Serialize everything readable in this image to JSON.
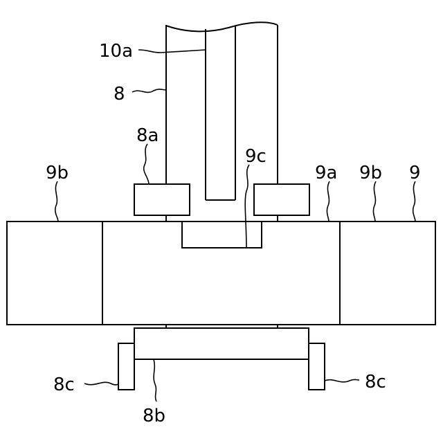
{
  "labels": {
    "l_10a": "10a",
    "l_8": "8",
    "l_8a": "8a",
    "l_9c": "9c",
    "l_9b_left": "9b",
    "l_9a": "9a",
    "l_9b_right": "9b",
    "l_9": "9",
    "l_8c_left": "8c",
    "l_8c_right": "8c",
    "l_8b": "8b"
  }
}
